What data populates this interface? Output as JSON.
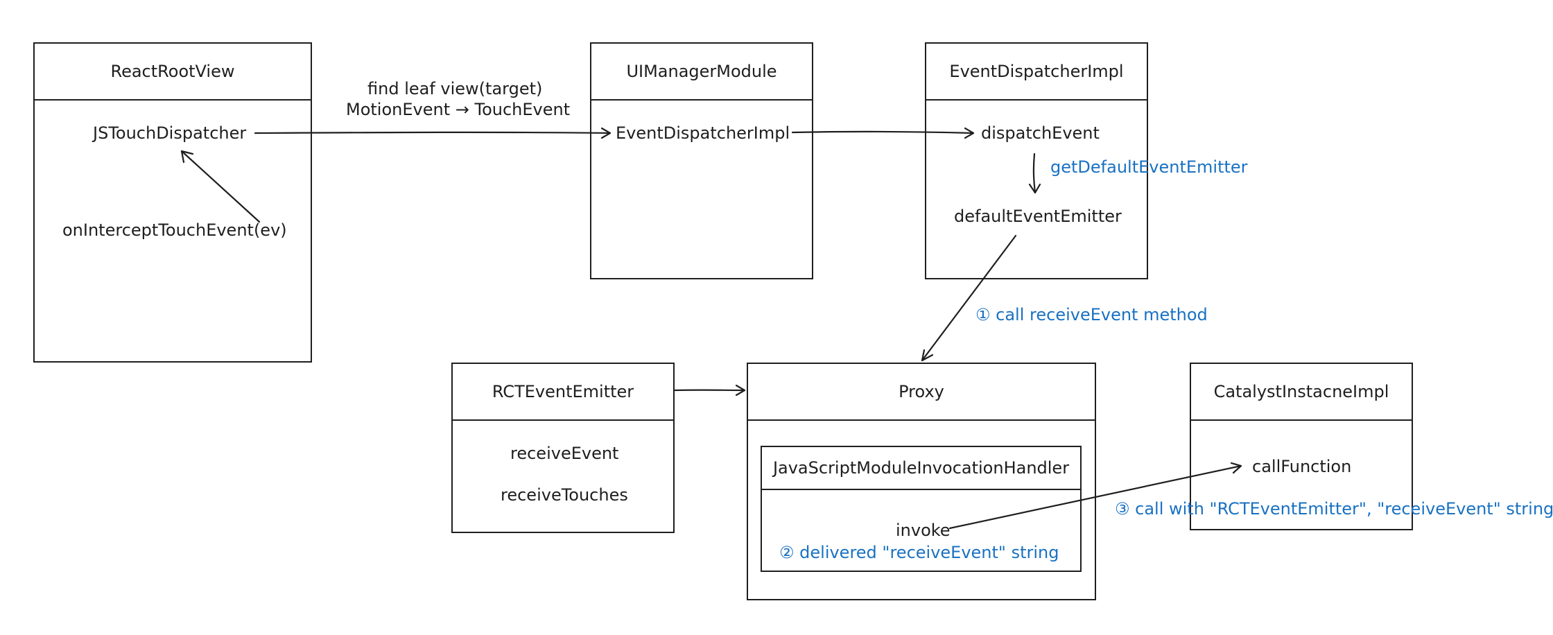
{
  "colors": {
    "stroke": "#1e1e1e",
    "annotation": "#1971c2"
  },
  "boxes": {
    "react_root_view": {
      "title": "ReactRootView",
      "items": [
        "JSTouchDispatcher",
        "onInterceptTouchEvent(ev)"
      ]
    },
    "ui_manager_module": {
      "title": "UIManagerModule",
      "items": [
        "EventDispatcherImpl"
      ]
    },
    "event_dispatcher_impl": {
      "title": "EventDispatcherImpl",
      "items": [
        "dispatchEvent",
        "defaultEventEmitter"
      ]
    },
    "rct_event_emitter": {
      "title": "RCTEventEmitter",
      "items": [
        "receiveEvent",
        "receiveTouches"
      ]
    },
    "proxy": {
      "title": "Proxy"
    },
    "js_module_handler": {
      "title": "JavaScriptModuleInvocationHandler",
      "items": [
        "invoke"
      ]
    },
    "catalyst_instance_impl": {
      "title": "CatalystInstacneImpl",
      "items": [
        "callFunction"
      ]
    }
  },
  "labels": {
    "find_leaf_view": "find leaf view(target)",
    "motion_to_touch": "MotionEvent → TouchEvent",
    "get_default_emitter": "getDefaultEventEmitter",
    "step1": "① call receiveEvent method",
    "step2": "② delivered \"receiveEvent\" string",
    "step3": "③ call with \"RCTEventEmitter\", \"receiveEvent\" string"
  }
}
